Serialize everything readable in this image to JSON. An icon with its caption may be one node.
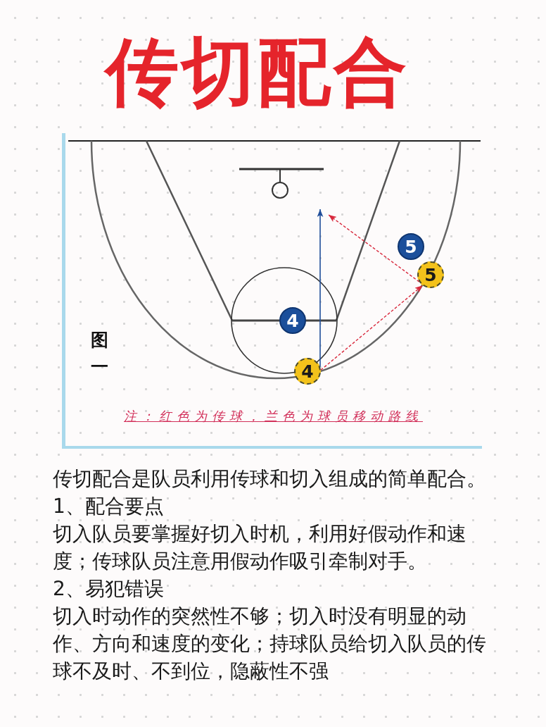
{
  "diagram": {
    "title": "传切配合",
    "nodes": [
      {
        "text": [
          "5"
        ]
      },
      {
        "text": [
          "5"
        ]
      },
      {
        "text": [
          "4"
        ]
      },
      {
        "text": [
          "4"
        ]
      }
    ],
    "edges": [
      {
        "from": 3,
        "to": null,
        "arrow": "to",
        "color": "#1f4e9a"
      },
      {
        "from": 3,
        "to": 1,
        "arrow": "to",
        "style": "dashed",
        "color": "#d8283c"
      },
      {
        "from": 1,
        "to": null,
        "arrow": "to",
        "style": "dashed",
        "color": "#d8283c"
      }
    ],
    "labels": [
      "图一",
      "注：红色为传球，兰色为球员移动路线",
      "传切配合是队员利用传球和切入组成的简单配合。",
      "1、配合要点",
      "切入队员要掌握好切入时机，利用好假动作和速度；传球队员注意用假动作吸引牵制对手。",
      "2、易犯错误",
      "切入时动作的突然性不够；切入时没有明显的动作、方向和速度的变化；持球队员给切入队员的传球不及时、不到位，隐蔽性不强"
    ]
  }
}
